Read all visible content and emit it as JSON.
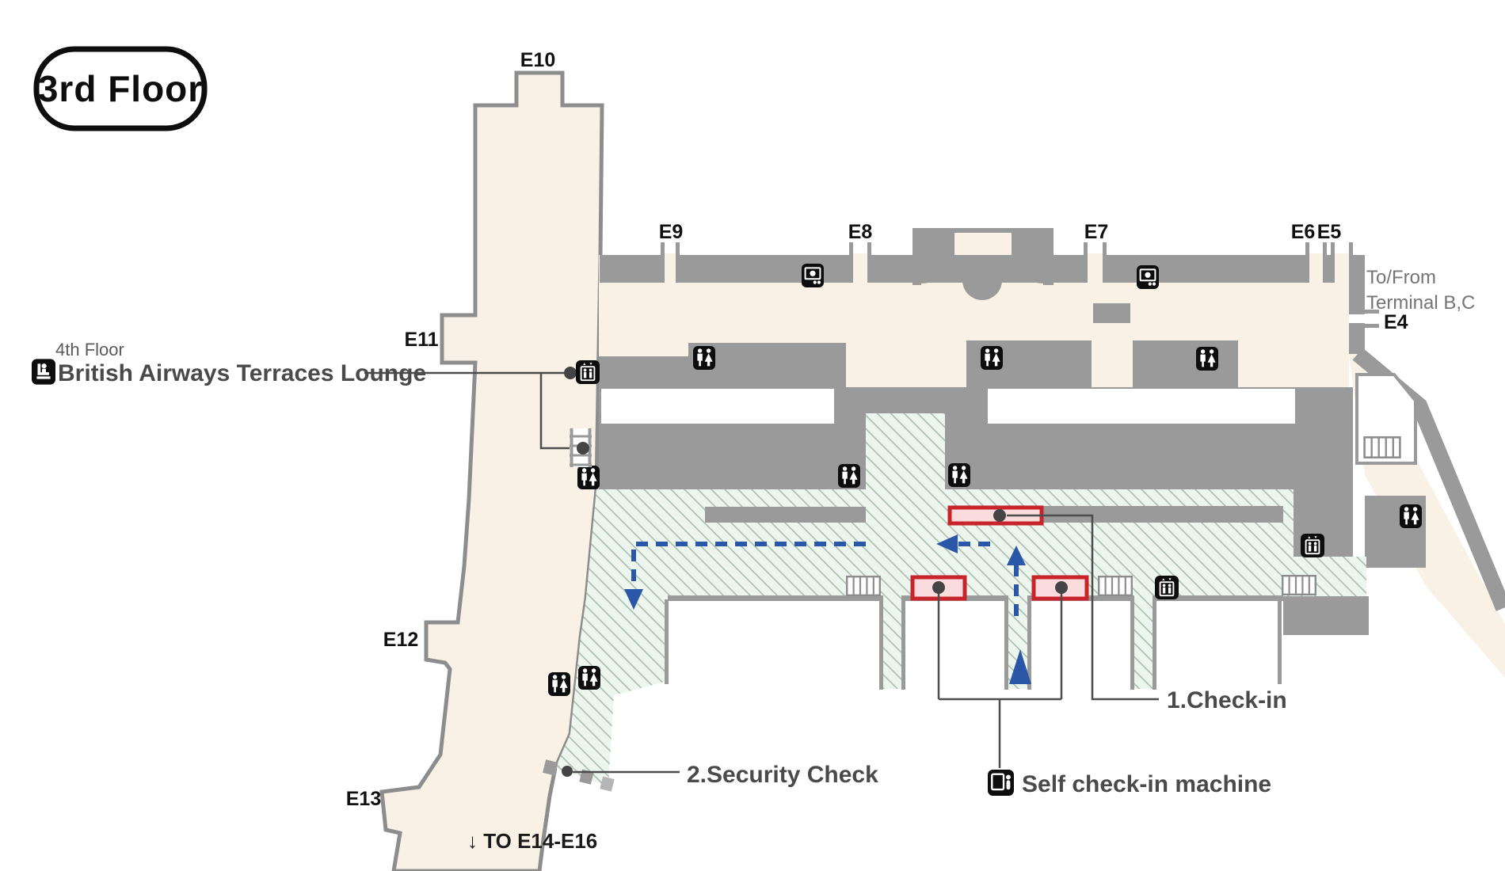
{
  "floor_badge": {
    "label": "3rd Floor"
  },
  "gates": {
    "e4": "E4",
    "e5": "E5",
    "e6": "E6",
    "e7": "E7",
    "e8": "E8",
    "e9": "E9",
    "e10": "E10",
    "e11": "E11",
    "e12": "E12",
    "e13": "E13"
  },
  "annotations": {
    "lounge": {
      "floor": "4th Floor",
      "name": "British Airways Terraces Lounge",
      "icon": "lounge-seat-icon"
    },
    "checkin": {
      "label": "1.Check-in",
      "highlight_color": "#c8242b"
    },
    "security": {
      "label": "2.Security Check"
    },
    "self_checkin": {
      "label": "Self check-in machine",
      "icon": "kiosk-icon"
    },
    "terminal_link": {
      "line1": "To/From",
      "line2": "Terminal B,C"
    },
    "to_lower_gates": {
      "label": "↓ TO E14-E16"
    }
  },
  "icons": {
    "restroom": "restroom-icon",
    "elevator": "elevator-icon",
    "escalator": "escalator-icon",
    "stairs": "stairs-icon",
    "currency_exchange": "currency-exchange-icon",
    "lounge_seat": "lounge-seat-icon",
    "kiosk": "kiosk-icon",
    "security_checkpoint": "security-checkpoint",
    "route_arrow": "route-arrow"
  },
  "colors": {
    "concourse_cream": "#faf1e6",
    "wall_gray": "#9a9a9a",
    "hatch_background": "#edf6ee",
    "hatch_line": "#a9bcac",
    "highlight_red": "#c8242b",
    "highlight_pink": "#fbdcde",
    "route_blue": "#2b57a8",
    "label_dark": "#4a4a4a",
    "label_gray": "#757575"
  }
}
